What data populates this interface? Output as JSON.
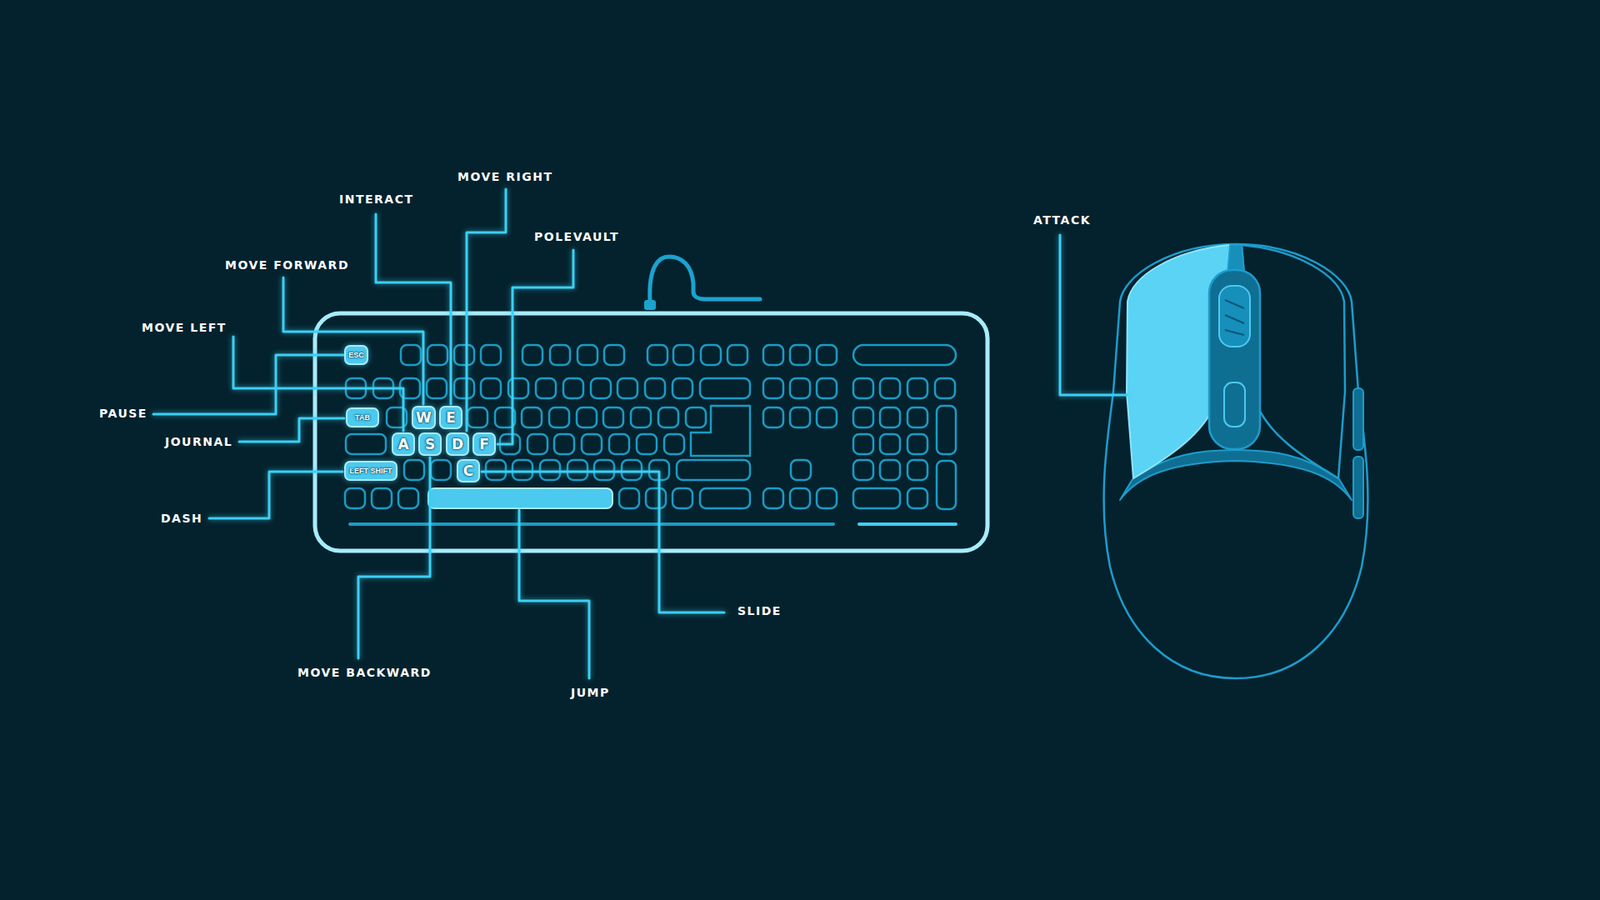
{
  "diagram": {
    "nodes": [
      {
        "text": [
          "ESC"
        ]
      },
      {
        "text": [
          "TAB"
        ]
      },
      {
        "text": [
          "W"
        ]
      },
      {
        "text": [
          "E"
        ]
      },
      {
        "text": [
          "A"
        ]
      },
      {
        "text": [
          "S"
        ]
      },
      {
        "text": [
          "D"
        ]
      },
      {
        "text": [
          "F"
        ]
      },
      {
        "text": [
          "LEFT SHIFT"
        ]
      },
      {
        "text": [
          "C"
        ]
      }
    ],
    "labels": [
      "MOVE RIGHT",
      "INTERACT",
      "POLEVAULT",
      "ATTACK",
      "MOVE FORWARD",
      "MOVE LEFT",
      "PAUSE",
      "JOURNAL",
      "DASH",
      "SLIDE",
      "MOVE BACKWARD",
      "JUMP"
    ]
  }
}
